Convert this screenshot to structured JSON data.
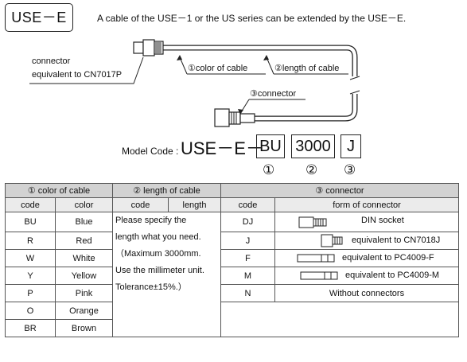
{
  "header": {
    "badge": "USE－E",
    "description": "A cable of the USE－1 or the US series can be extended by the USE－E."
  },
  "diagram": {
    "connector_label_1": "connector",
    "connector_label_2": "equivalent to CN7017P",
    "callout_color": "①color of cable",
    "callout_length": "②length of cable",
    "callout_connector": "③connector"
  },
  "model_code": {
    "label": "Model Code :",
    "prefix": "USE－E－",
    "color_code": "BU",
    "length_code": "3000",
    "connector_code": "J",
    "markers": [
      "①",
      "②",
      "③"
    ]
  },
  "table": {
    "groups": [
      "①  color of cable",
      "②  length of cable",
      "③  connector"
    ],
    "subheaders": [
      "code",
      "color",
      "code",
      "length",
      "code",
      "form of connector"
    ],
    "colors": [
      {
        "code": "BU",
        "color": "Blue"
      },
      {
        "code": "R",
        "color": "Red"
      },
      {
        "code": "W",
        "color": "White"
      },
      {
        "code": "Y",
        "color": "Yellow"
      },
      {
        "code": "P",
        "color": "Pink"
      },
      {
        "code": "O",
        "color": "Orange"
      },
      {
        "code": "BR",
        "color": "Brown"
      }
    ],
    "length_note": [
      "Please specify the",
      " length what you need.",
      "（Maximum 3000mm.",
      "Use the millimeter unit.",
      "Tolerance±15%.）"
    ],
    "connectors": [
      {
        "code": "DJ",
        "form": "DIN socket",
        "icon": "din-socket-icon"
      },
      {
        "code": "J",
        "form": "equivalent to CN7018J",
        "icon": "jack-connector-icon"
      },
      {
        "code": "F",
        "form": "equivalent to PC4009-F",
        "icon": "female-plug-icon"
      },
      {
        "code": "M",
        "form": "equivalent to PC4009-M",
        "icon": "male-plug-icon"
      },
      {
        "code": "N",
        "form": "Without connectors",
        "icon": ""
      }
    ]
  }
}
